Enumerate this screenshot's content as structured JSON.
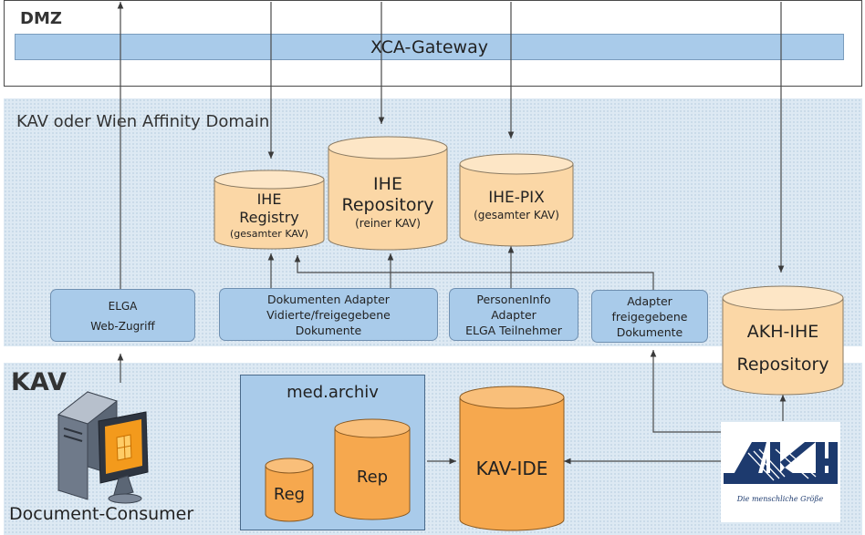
{
  "zones": {
    "dmz_label": "DMZ",
    "affinity_label": "KAV oder Wien Affinity Domain",
    "kav_label": "KAV"
  },
  "gateway": {
    "label": "XCA-Gateway"
  },
  "databases": {
    "registry": {
      "line1": "IHE",
      "line2": "Registry",
      "line3": "(gesamter KAV)"
    },
    "repository": {
      "line1": "IHE",
      "line2": "Repository",
      "line3": "(reiner KAV)"
    },
    "pix": {
      "line1": "IHE-PIX",
      "line2": "(gesamter KAV)"
    },
    "akh_repository": {
      "line1": "AKH-IHE",
      "line2": "Repository"
    },
    "kav_ide": {
      "label": "KAV-IDE"
    },
    "reg": {
      "label": "Reg"
    },
    "rep": {
      "label": "Rep"
    }
  },
  "adapters": {
    "elga_web": {
      "line1": "ELGA",
      "line2": "Web-Zugriff"
    },
    "dokumenten": {
      "line1": "Dokumenten Adapter",
      "line2": "Vidierte/freigegebene",
      "line3": "Dokumente"
    },
    "personen": {
      "line1": "PersonenInfo",
      "line2": "Adapter",
      "line3": "ELGA Teilnehmer"
    },
    "freigegeben": {
      "line1": "Adapter",
      "line2": "freigegebene",
      "line3": "Dokumente"
    }
  },
  "med_archiv": {
    "label": "med.archiv"
  },
  "consumer": {
    "label": "Document-Consumer"
  },
  "akh_logo": {
    "tagline": "Die menschliche Größe"
  },
  "colors": {
    "light_blue": "#a9cbea",
    "orange_light": "#fbd7a6",
    "orange": "#f6a84e",
    "akh_navy": "#1d3a6e"
  }
}
